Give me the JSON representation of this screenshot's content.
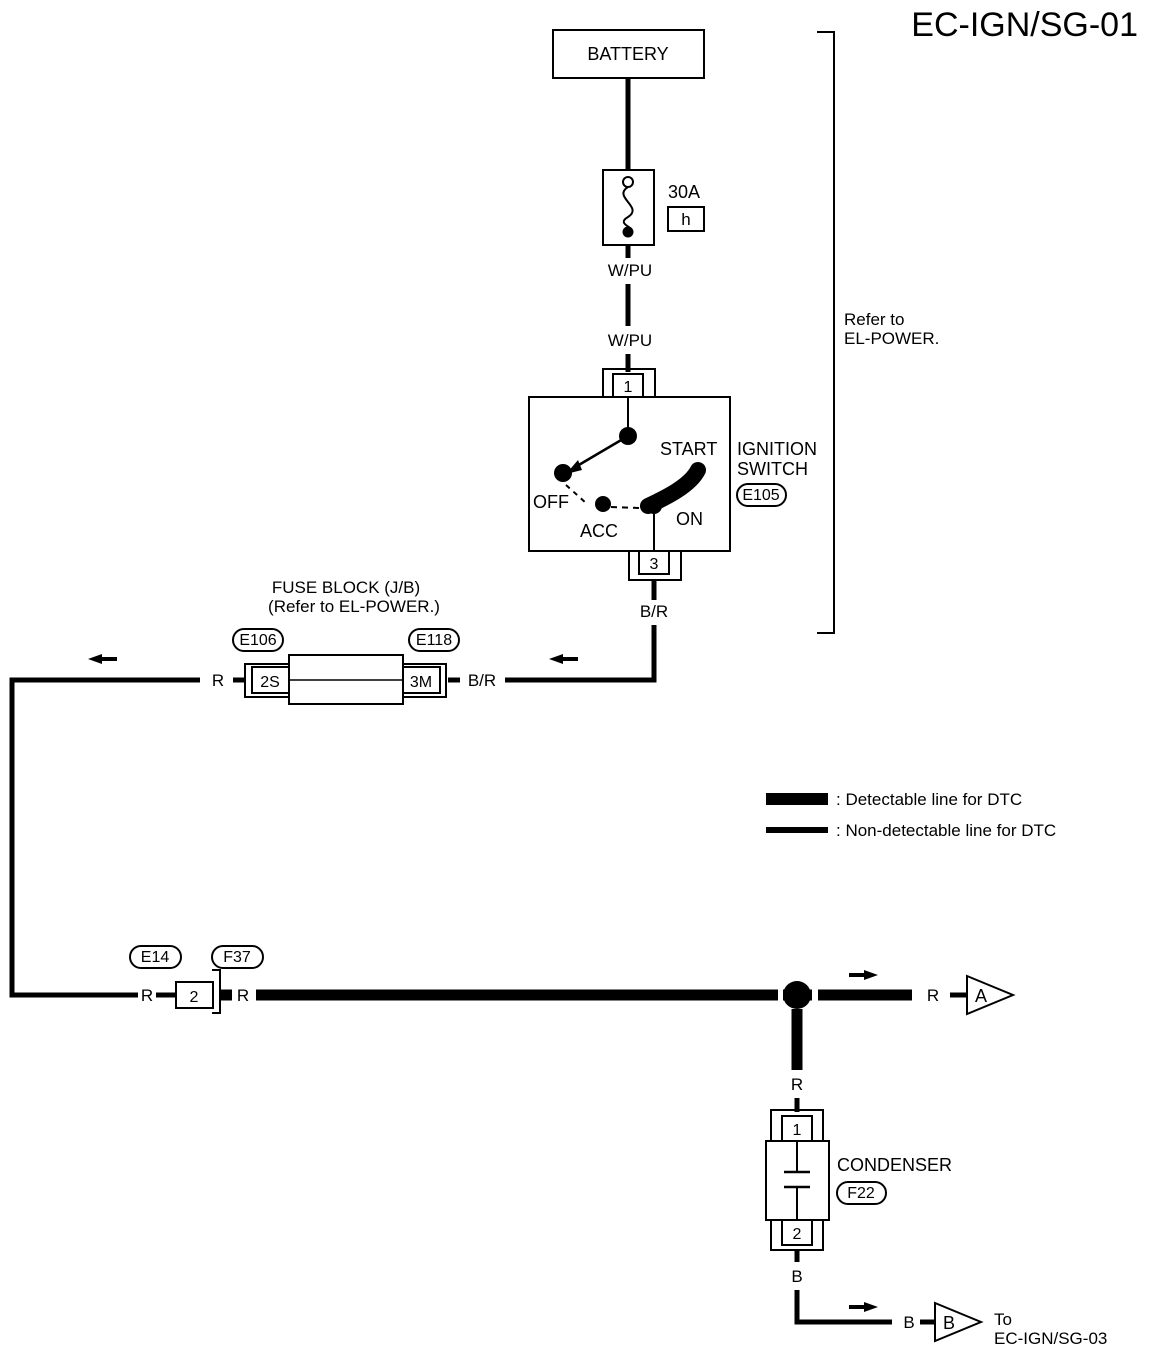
{
  "diagram": {
    "page_title": "EC-IGN/SG-01",
    "battery": "BATTERY",
    "fuse": {
      "rating": "30A",
      "letter": "h"
    },
    "wires": {
      "battery_out": "W/PU",
      "switch_in": "W/PU",
      "switch_out": "B/R",
      "fuse_block_in": "B/R",
      "fuse_block_out": "R",
      "conn_in": "R",
      "conn_out": "R",
      "to_a": "R",
      "to_condenser": "R",
      "condenser_out": "B",
      "to_b": "B"
    },
    "refer_note": {
      "line1": "Refer to",
      "line2": "EL-POWER."
    },
    "ignition_switch": {
      "name_line1": "IGNITION",
      "name_line2": "SWITCH",
      "connector": "E105",
      "pin_in": "1",
      "pin_out": "3",
      "positions": {
        "off": "OFF",
        "acc": "ACC",
        "on": "ON",
        "start": "START"
      }
    },
    "fuse_block": {
      "name_line1": "FUSE BLOCK (J/B)",
      "name_line2": "(Refer to EL-POWER.)",
      "connector_left": "E106",
      "connector_right": "E118",
      "pin_left": "2S",
      "pin_right": "3M"
    },
    "inline_connector": {
      "connector_left": "E14",
      "connector_right": "F37",
      "pin": "2"
    },
    "condenser": {
      "name": "CONDENSER",
      "connector": "F22",
      "pin_top": "1",
      "pin_bottom": "2"
    },
    "terminals": {
      "a": "A",
      "b": "B",
      "b_to_line1": "To",
      "b_to_line2": "EC-IGN/SG-03"
    },
    "legend": {
      "thick": ": Detectable line for DTC",
      "thin": ": Non-detectable line for DTC"
    }
  }
}
